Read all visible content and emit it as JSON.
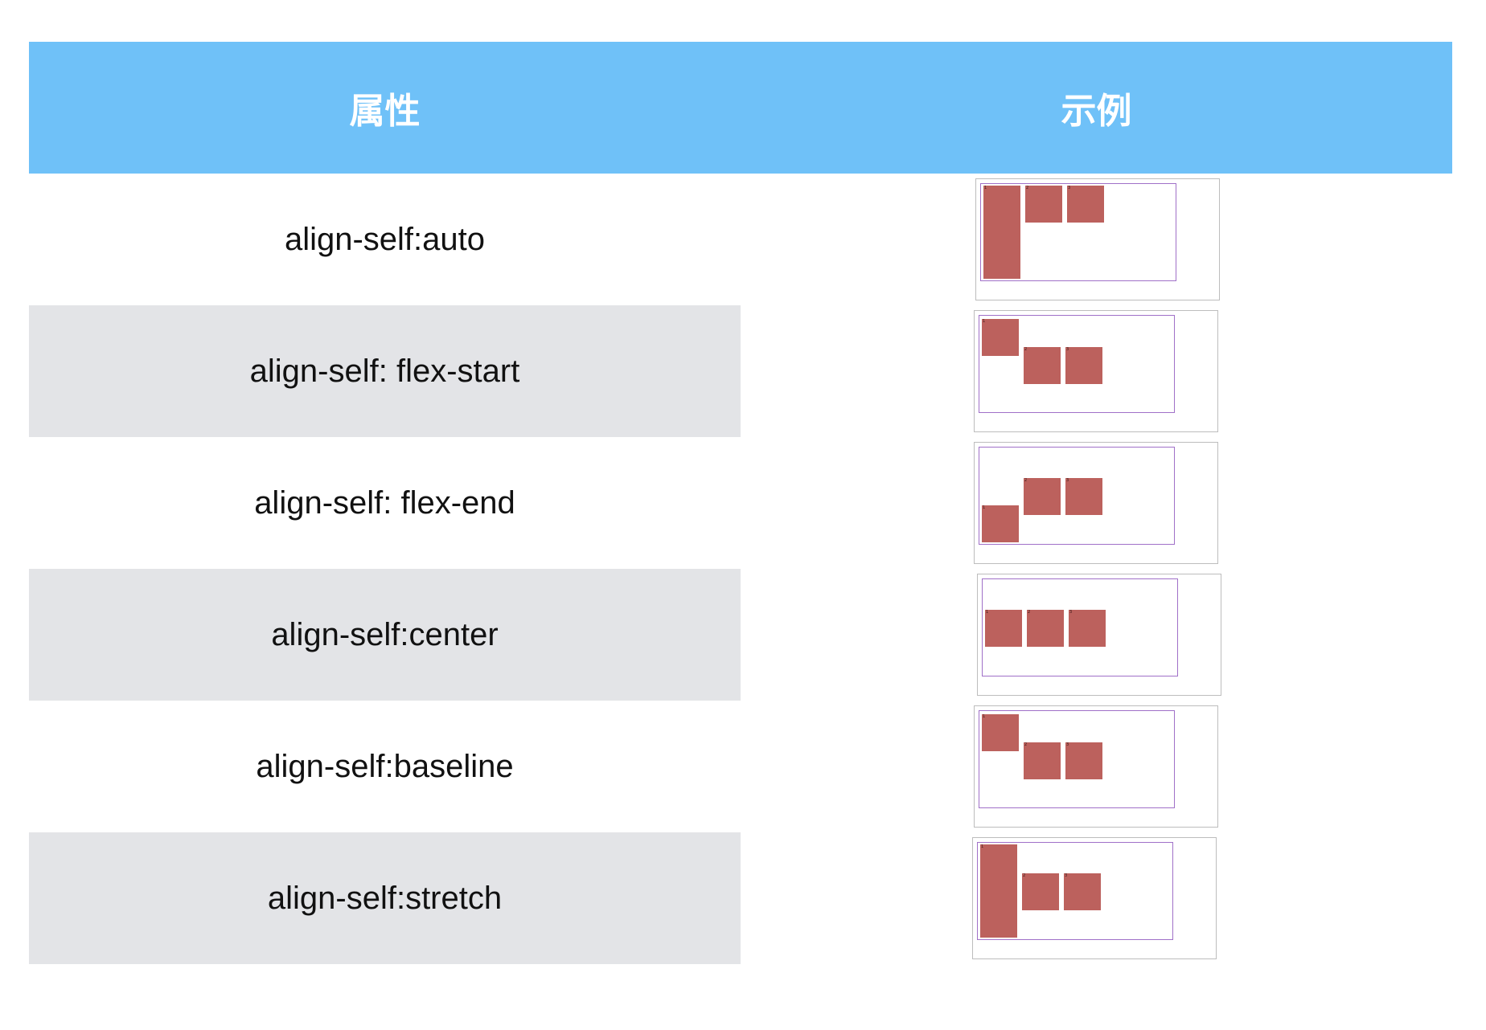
{
  "header": {
    "property_label": "属性",
    "example_label": "示例"
  },
  "colors": {
    "header_bg": "#6fc1f8",
    "shaded_row": "#e3e4e7",
    "item_fill": "#bc615d",
    "container_border": "#a070c8"
  },
  "rows": [
    {
      "property": "align-self:auto",
      "items": [
        "1",
        "2",
        "3"
      ]
    },
    {
      "property": "align-self: flex-start",
      "items": [
        "1",
        "2",
        "3"
      ]
    },
    {
      "property": "align-self: flex-end",
      "items": [
        "1",
        "2",
        "3"
      ]
    },
    {
      "property": "align-self:center",
      "items": [
        "1",
        "2",
        "3"
      ]
    },
    {
      "property": "align-self:baseline",
      "items": [
        "1",
        "2",
        "3"
      ]
    },
    {
      "property": "align-self:stretch",
      "items": [
        "1",
        "2",
        "3"
      ]
    }
  ]
}
